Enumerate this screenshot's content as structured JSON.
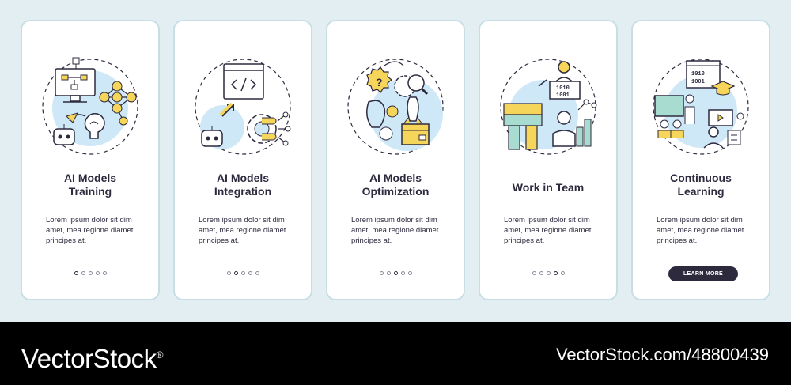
{
  "colors": {
    "background": "#e3eef2",
    "card": "#ffffff",
    "ink": "#2d2a3e",
    "accent_blue": "#cfe8f7",
    "accent_yellow": "#f6d65a",
    "accent_teal": "#a8dcd0",
    "footer": "#000000"
  },
  "cards": [
    {
      "illustration": "ai-models-training-illustration",
      "title": "AI Models\nTraining",
      "description": "Lorem ipsum dolor sit dim amet, mea regione diamet principes at."
    },
    {
      "illustration": "ai-models-integration-illustration",
      "title": "AI Models\nIntegration",
      "description": "Lorem ipsum dolor sit dim amet, mea regione diamet principes at."
    },
    {
      "illustration": "ai-models-optimization-illustration",
      "title": "AI Models\nOptimization",
      "description": "Lorem ipsum dolor sit dim amet, mea regione diamet principes at."
    },
    {
      "illustration": "work-in-team-illustration",
      "title": "Work in Team",
      "description": "Lorem ipsum dolor sit dim amet, mea regione diamet principes at."
    },
    {
      "illustration": "continuous-learning-illustration",
      "title": "Continuous\nLearning",
      "description": "Lorem ipsum dolor sit dim amet, mea regione diamet principes at.",
      "button_label": "LEARN MORE"
    }
  ],
  "illustration_text": {
    "binary_top": "1010",
    "binary_bottom": "1001"
  },
  "footer": {
    "brand": "VectorStock",
    "registered": "®",
    "stock_id": "VectorStock.com/48800439"
  }
}
